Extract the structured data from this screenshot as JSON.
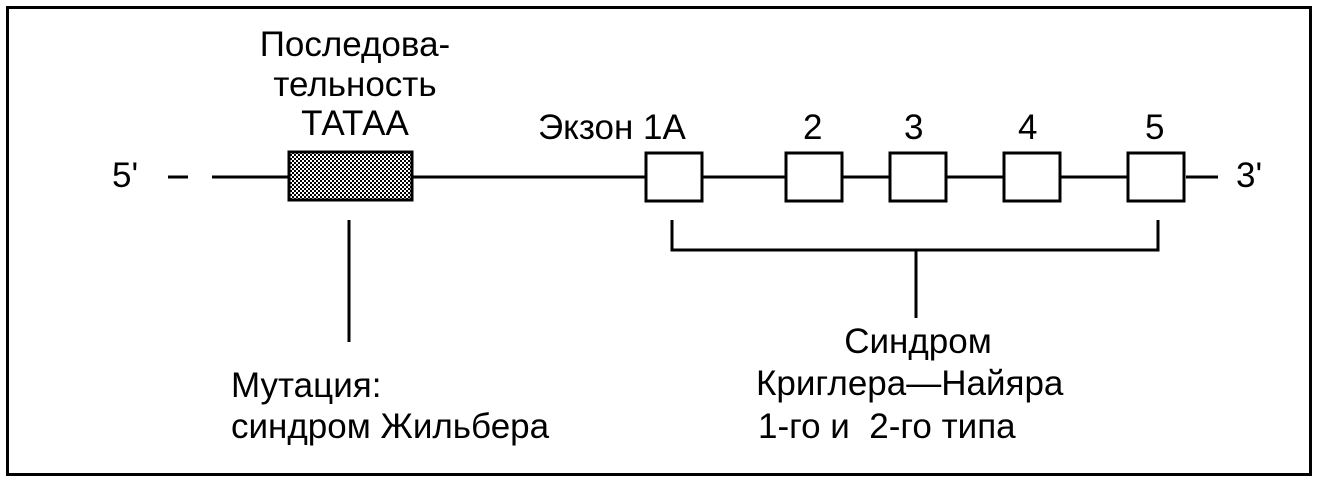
{
  "gene": {
    "end_5": "5'",
    "end_3": "3'"
  },
  "promoter": {
    "label_lines": [
      "Последова-",
      "тельность",
      "ТАТАА"
    ]
  },
  "exons": {
    "labels": [
      "Экзон 1А",
      "2",
      "3",
      "4",
      "5"
    ]
  },
  "gilbert": {
    "label_lines": [
      "Мутация:",
      "синдром Жильбера"
    ]
  },
  "crigler": {
    "label_lines": [
      "Синдром",
      "Криглера—Найяра",
      "1-го и  2-го типа"
    ]
  },
  "colors": {
    "ink": "#000000",
    "background": "#ffffff",
    "promoter_fill": "#555555"
  }
}
